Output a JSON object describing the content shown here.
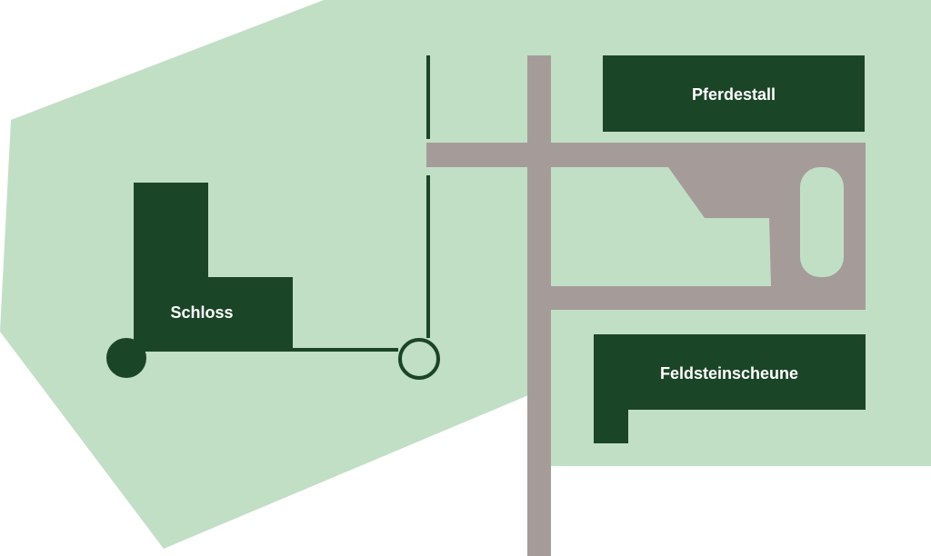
{
  "map": {
    "colors": {
      "grounds": "#c1dfc5",
      "building": "#1b4527",
      "road": "#a59c9a",
      "path": "#1b4527",
      "label": "#ffffff",
      "background": "#ffffff"
    },
    "buildings": [
      {
        "id": "schloss",
        "label": "Schloss"
      },
      {
        "id": "pferdestall",
        "label": "Pferdestall"
      },
      {
        "id": "feldsteinscheune",
        "label": "Feldsteinscheune"
      }
    ],
    "markers": [
      {
        "id": "filled-circle",
        "style": "filled"
      },
      {
        "id": "open-circle",
        "style": "outline"
      }
    ]
  }
}
